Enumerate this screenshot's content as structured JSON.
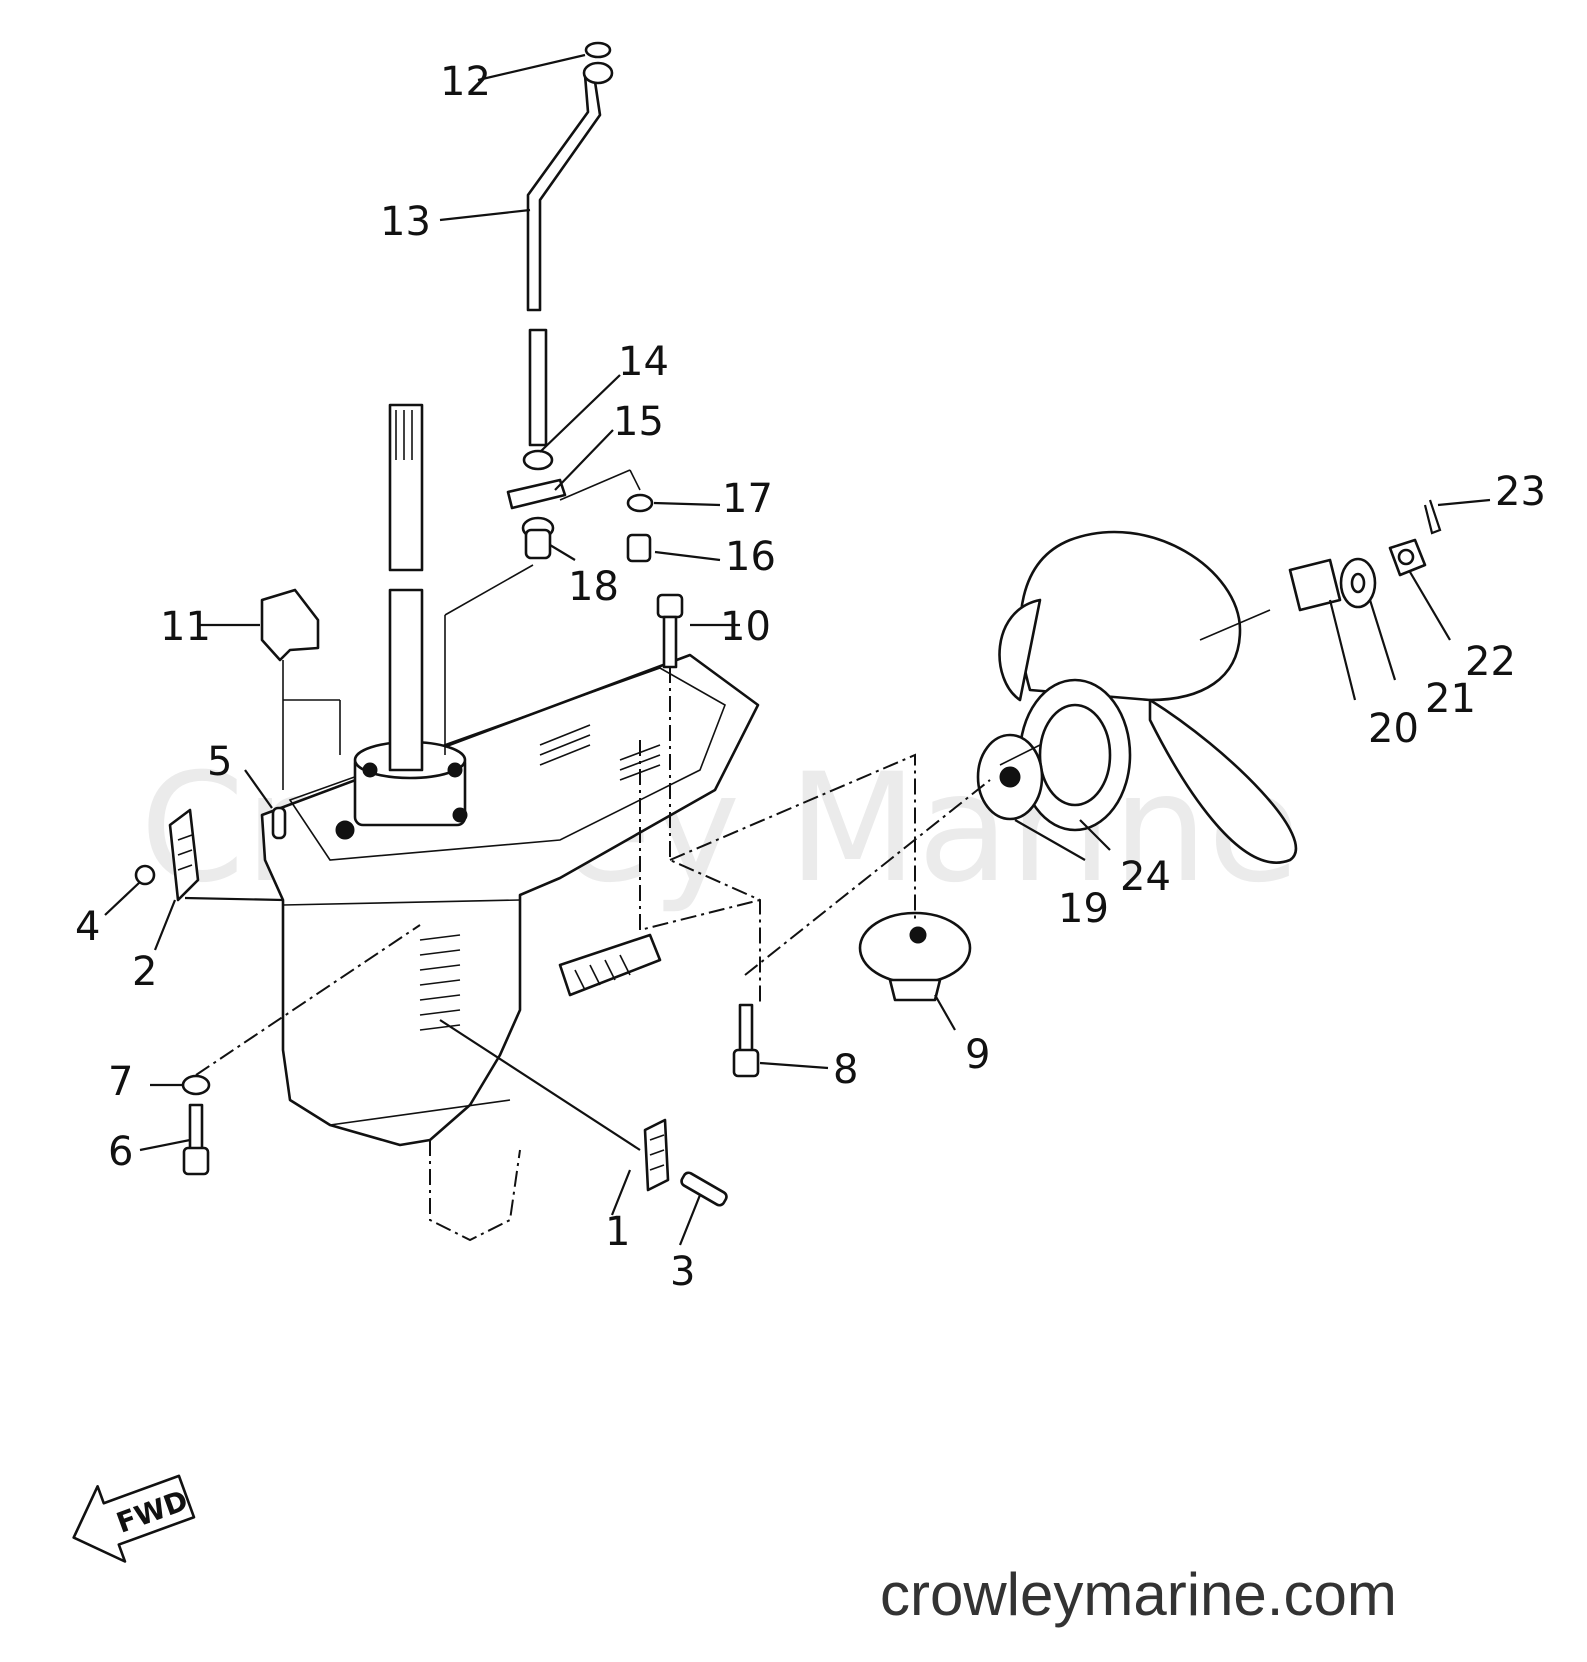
{
  "watermark": "Crowley Marine",
  "footer": {
    "website": "crowleymarine.com"
  },
  "direction": {
    "label": "FWD"
  },
  "callouts": [
    {
      "id": "1",
      "text": "1"
    },
    {
      "id": "2",
      "text": "2"
    },
    {
      "id": "3",
      "text": "3"
    },
    {
      "id": "4",
      "text": "4"
    },
    {
      "id": "5",
      "text": "5"
    },
    {
      "id": "6",
      "text": "6"
    },
    {
      "id": "7",
      "text": "7"
    },
    {
      "id": "8",
      "text": "8"
    },
    {
      "id": "9",
      "text": "9"
    },
    {
      "id": "10",
      "text": "10"
    },
    {
      "id": "11",
      "text": "11"
    },
    {
      "id": "12",
      "text": "12"
    },
    {
      "id": "13",
      "text": "13"
    },
    {
      "id": "14",
      "text": "14"
    },
    {
      "id": "15",
      "text": "15"
    },
    {
      "id": "16",
      "text": "16"
    },
    {
      "id": "17",
      "text": "17"
    },
    {
      "id": "18",
      "text": "18"
    },
    {
      "id": "19",
      "text": "19"
    },
    {
      "id": "20",
      "text": "20"
    },
    {
      "id": "21",
      "text": "21"
    },
    {
      "id": "22",
      "text": "22"
    },
    {
      "id": "23",
      "text": "23"
    },
    {
      "id": "24",
      "text": "24"
    }
  ]
}
